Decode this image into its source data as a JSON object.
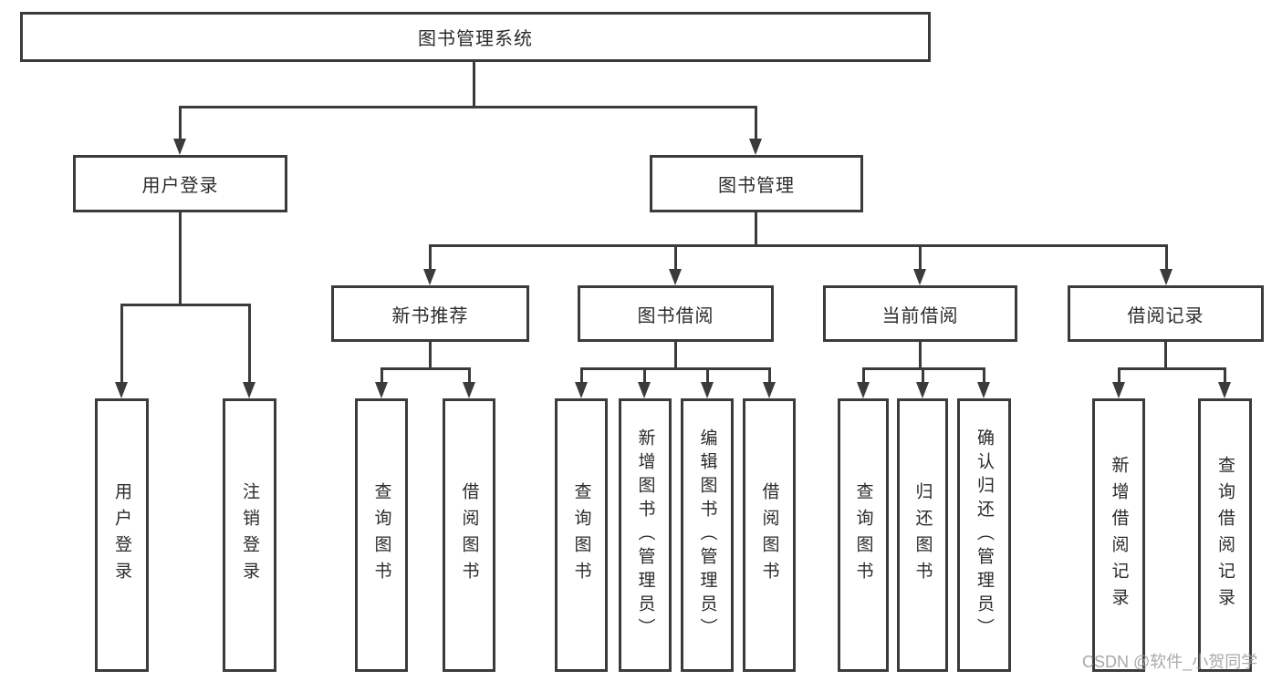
{
  "tree": {
    "root": "图书管理系统",
    "branches": [
      {
        "label": "用户登录",
        "children": [
          "用户登录",
          "注销登录"
        ]
      },
      {
        "label": "图书管理",
        "groups": [
          {
            "label": "新书推荐",
            "children": [
              "查询图书",
              "借阅图书"
            ]
          },
          {
            "label": "图书借阅",
            "children": [
              "查询图书",
              "新增图书（管理员）",
              "编辑图书（管理员）",
              "借阅图书"
            ]
          },
          {
            "label": "当前借阅",
            "children": [
              "查询图书",
              "归还图书",
              "确认归还（管理员）"
            ]
          },
          {
            "label": "借阅记录",
            "children": [
              "新增借阅记录",
              "查询借阅记录"
            ]
          }
        ]
      }
    ]
  },
  "watermark": {
    "text": "CSDN @软件_小贺同学"
  },
  "colors": {
    "line": "#3b3b3b",
    "text": "#2b2b2b",
    "watermark": "#a0a0a0",
    "background": "#ffffff"
  }
}
